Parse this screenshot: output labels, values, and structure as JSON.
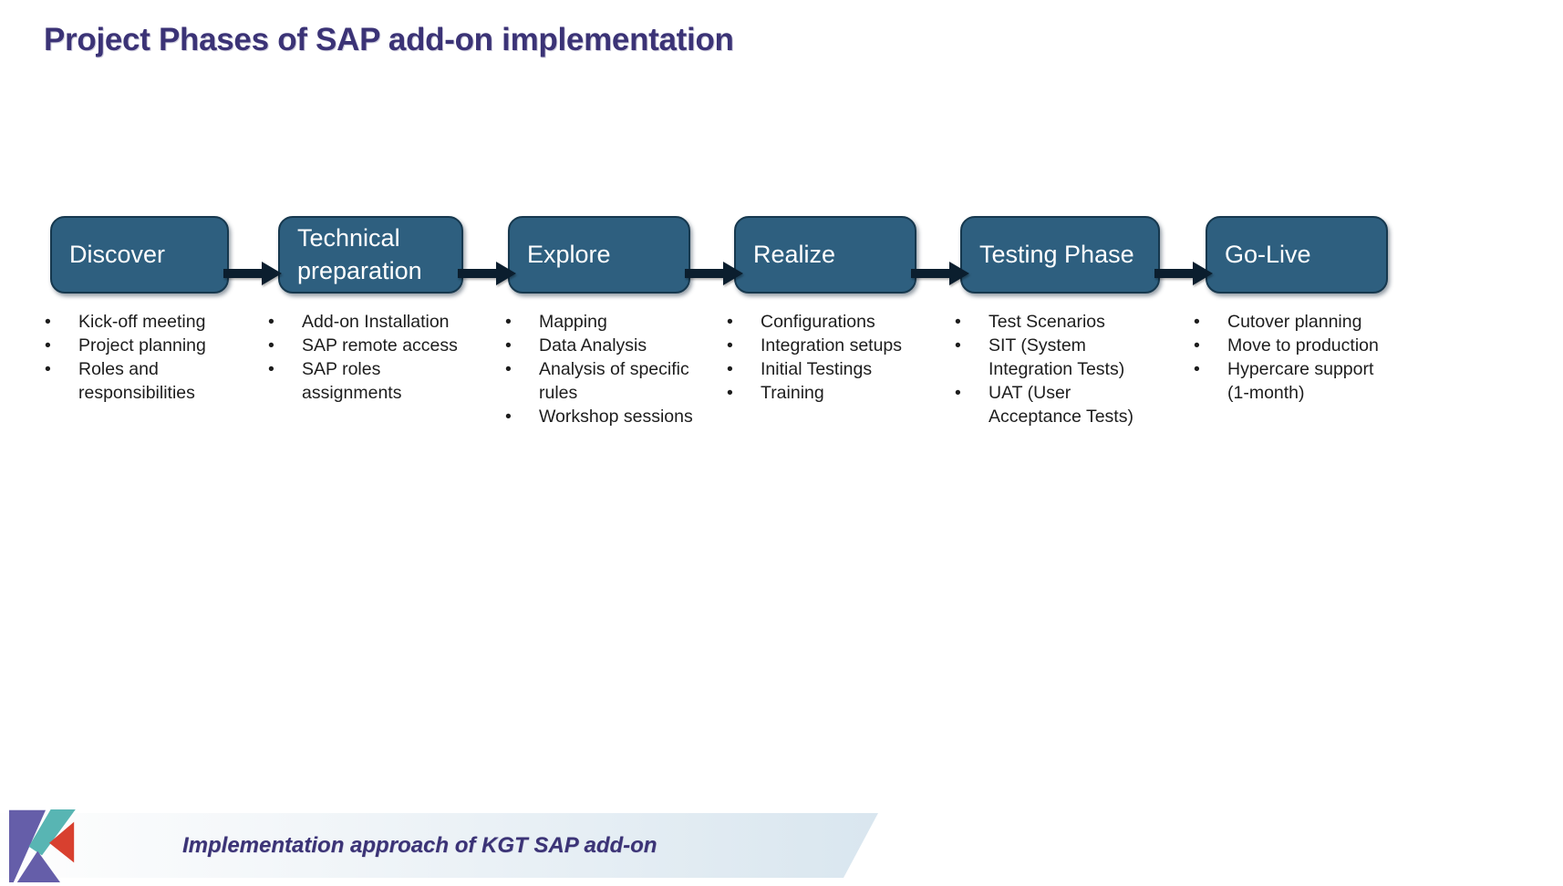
{
  "title": "Project Phases of SAP add-on implementation",
  "phases": [
    {
      "title": "Discover",
      "bullets": [
        "Kick-off meeting",
        "Project planning",
        "Roles and responsibilities"
      ]
    },
    {
      "title": "Technical preparation",
      "bullets": [
        "Add-on Installation",
        "SAP remote access",
        "SAP roles assignments"
      ]
    },
    {
      "title": "Explore",
      "bullets": [
        "Mapping",
        "Data Analysis",
        "Analysis of specific rules",
        "Workshop sessions"
      ]
    },
    {
      "title": "Realize",
      "bullets": [
        "Configurations",
        "Integration setups",
        "Initial Testings",
        "Training"
      ]
    },
    {
      "title": "Testing Phase",
      "bullets": [
        "Test Scenarios",
        "SIT (System Integration Tests)",
        "UAT (User Acceptance Tests)"
      ]
    },
    {
      "title": "Go-Live",
      "bullets": [
        "Cutover planning",
        "Move to production",
        "Hypercare support (1-month)"
      ]
    }
  ],
  "footer": {
    "caption": "Implementation approach of KGT SAP add-on",
    "logo": "kgt-logo"
  },
  "colors": {
    "box_fill": "#2e5f7f",
    "box_border": "#16384e",
    "arrow": "#0b1e2e",
    "title_text": "#3b3376",
    "bullet_text": "#1d1d1d",
    "footer_band_end": "#d9e6ef",
    "logo_purple": "#655ea9",
    "logo_teal": "#58b5b3",
    "logo_red": "#d8402f"
  }
}
